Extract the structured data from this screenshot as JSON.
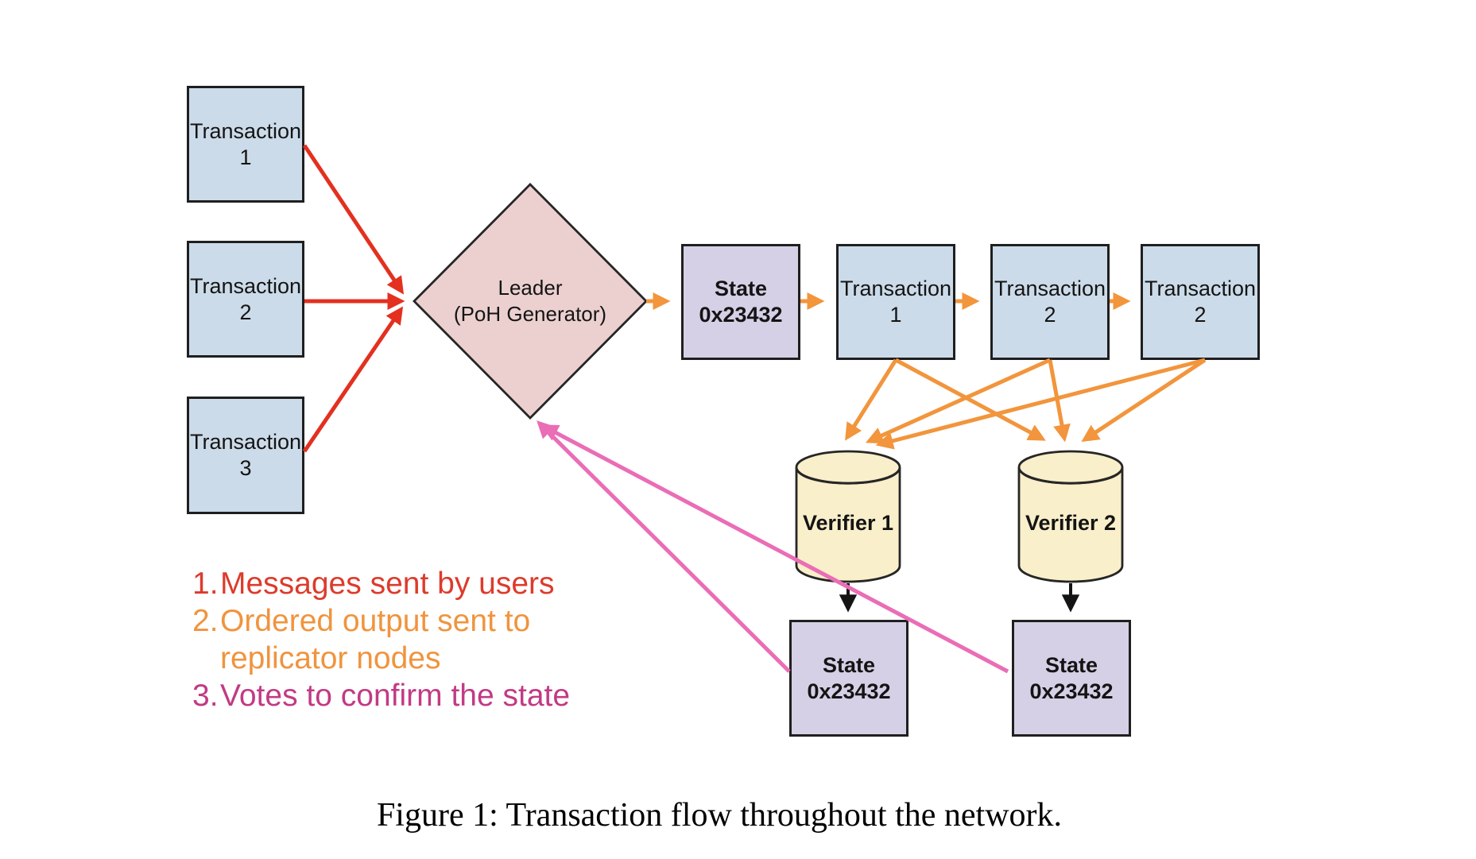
{
  "figure": {
    "caption": "Figure 1: Transaction flow throughout the network."
  },
  "nodes": {
    "user_transactions": [
      {
        "title": "Transaction",
        "number": "1"
      },
      {
        "title": "Transaction",
        "number": "2"
      },
      {
        "title": "Transaction",
        "number": "3"
      }
    ],
    "leader": {
      "title": "Leader",
      "subtitle": "(PoH Generator)"
    },
    "sequence": [
      {
        "title": "State",
        "subtitle": "0x23432"
      },
      {
        "title": "Transaction",
        "subtitle": "1"
      },
      {
        "title": "Transaction",
        "subtitle": "2"
      },
      {
        "title": "Transaction",
        "subtitle": "2"
      }
    ],
    "verifiers": [
      "Verifier 1",
      "Verifier 2"
    ],
    "verifier_states": [
      {
        "title": "State",
        "subtitle": "0x23432"
      },
      {
        "title": "State",
        "subtitle": "0x23432"
      }
    ]
  },
  "legend": {
    "items": [
      {
        "number": "1.",
        "text": "Messages sent by users",
        "color": "#dd3b2c"
      },
      {
        "number": "2.",
        "text": "Ordered output sent to replicator nodes",
        "color": "#f0943e"
      },
      {
        "number": "3.",
        "text": "Votes to confirm the state",
        "color": "#c23a84"
      }
    ]
  },
  "colors": {
    "transaction_fill": "#ccdbe9",
    "state_fill": "#d6d0e6",
    "leader_fill": "#ecd0d0",
    "verifier_fill": "#f9efca",
    "arrow_red": "#e3301f",
    "arrow_orange": "#f2953c",
    "arrow_pink": "#ea6db6",
    "arrow_black": "#141414",
    "node_border": "#1f1f1f"
  }
}
